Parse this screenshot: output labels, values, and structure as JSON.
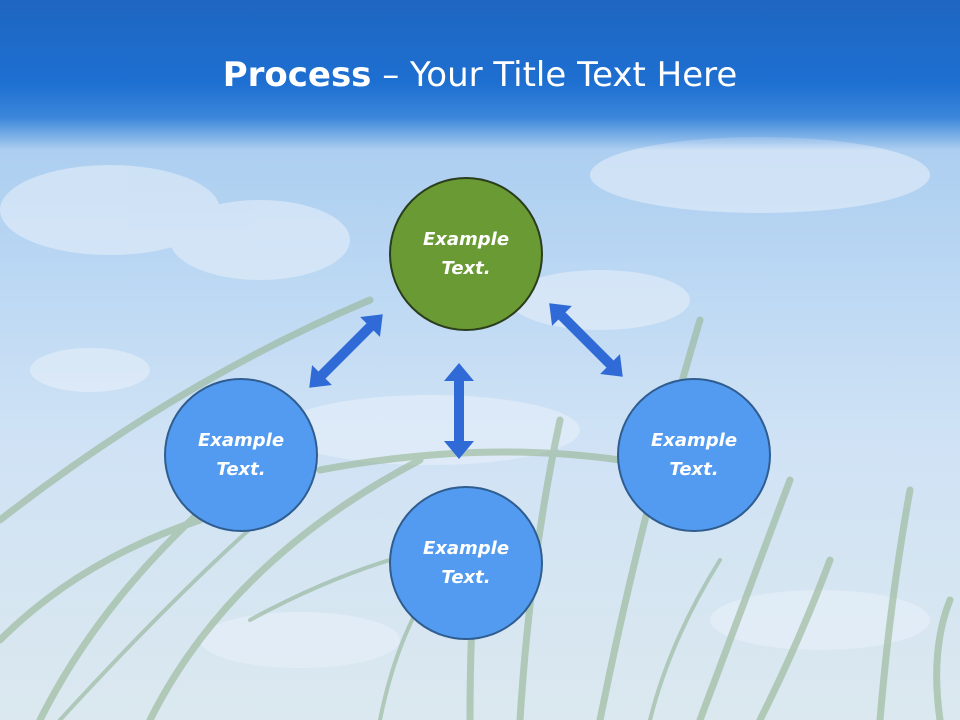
{
  "title": {
    "bold": "Process",
    "rest": " – Your Title Text Here"
  },
  "nodes": [
    {
      "line1": "Example",
      "line2": "Text.",
      "color": "#6a9a34"
    },
    {
      "line1": "Example",
      "line2": "Text.",
      "color": "#539bf0"
    },
    {
      "line1": "Example",
      "line2": "Text.",
      "color": "#539bf0"
    },
    {
      "line1": "Example",
      "line2": "Text.",
      "color": "#539bf0"
    }
  ],
  "colors": {
    "header": "#1d6fd1",
    "arrow": "#2f6ad6",
    "node_green": "#6a9a34",
    "node_blue": "#539bf0"
  }
}
